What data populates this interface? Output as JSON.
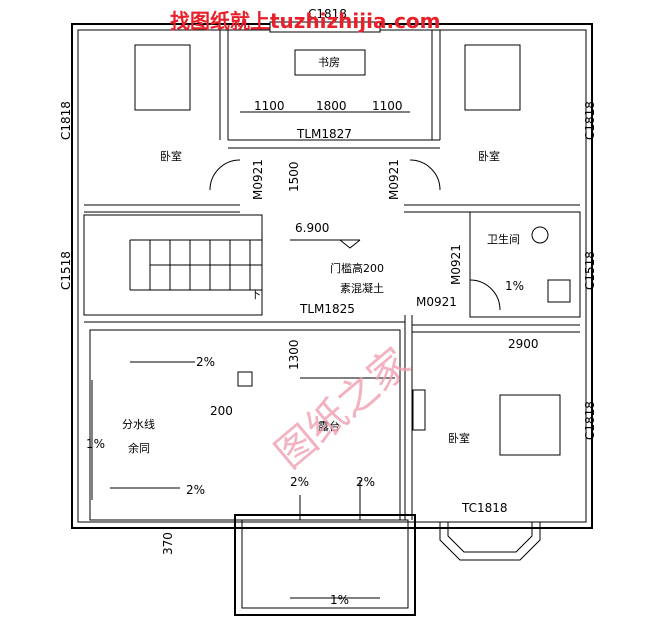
{
  "watermark_top": "找图纸就上tuzhizhijia.com",
  "watermark_diag": "图纸之家",
  "rooms": {
    "study": "书房",
    "bedroom_left": "卧室",
    "bedroom_right": "卧室",
    "bedroom_bottom": "卧室",
    "bathroom": "卫生间",
    "terrace": "露台"
  },
  "labels": {
    "c1818_top": "C1818",
    "c1818_left": "C1818",
    "c1818_right": "C1818",
    "c1818_right_lower": "C1818",
    "c1518_left": "C1518",
    "c1518_right": "C1518",
    "tlm1827": "TLM1827",
    "tlm1825": "TLM1825",
    "tc1818": "TC1818",
    "m0921_left": "M0921",
    "m0921_right": "M0921",
    "m0921_bath": "M0921",
    "m0921_bottom": "M0921",
    "elevation": "6.900",
    "stair_down": "下",
    "door_sill": "门槛高200",
    "concrete": "素混凝土",
    "water_divide_1": "分水线",
    "water_divide_2": "余同"
  },
  "dimensions": {
    "d1100a": "1100",
    "d1800": "1800",
    "d1100b": "1100",
    "d1500": "1500",
    "d1300": "1300",
    "d200": "200",
    "d2900": "2900",
    "d370": "370"
  },
  "slopes": {
    "s1": "2%",
    "s2": "2%",
    "s3": "1%",
    "s4": "2%",
    "s5": "2%",
    "s6": "1%",
    "s7": "1%"
  },
  "colors": {
    "line": "#000000",
    "watermark_top": "#e8202a",
    "watermark_diag": "#f0a0b0"
  }
}
